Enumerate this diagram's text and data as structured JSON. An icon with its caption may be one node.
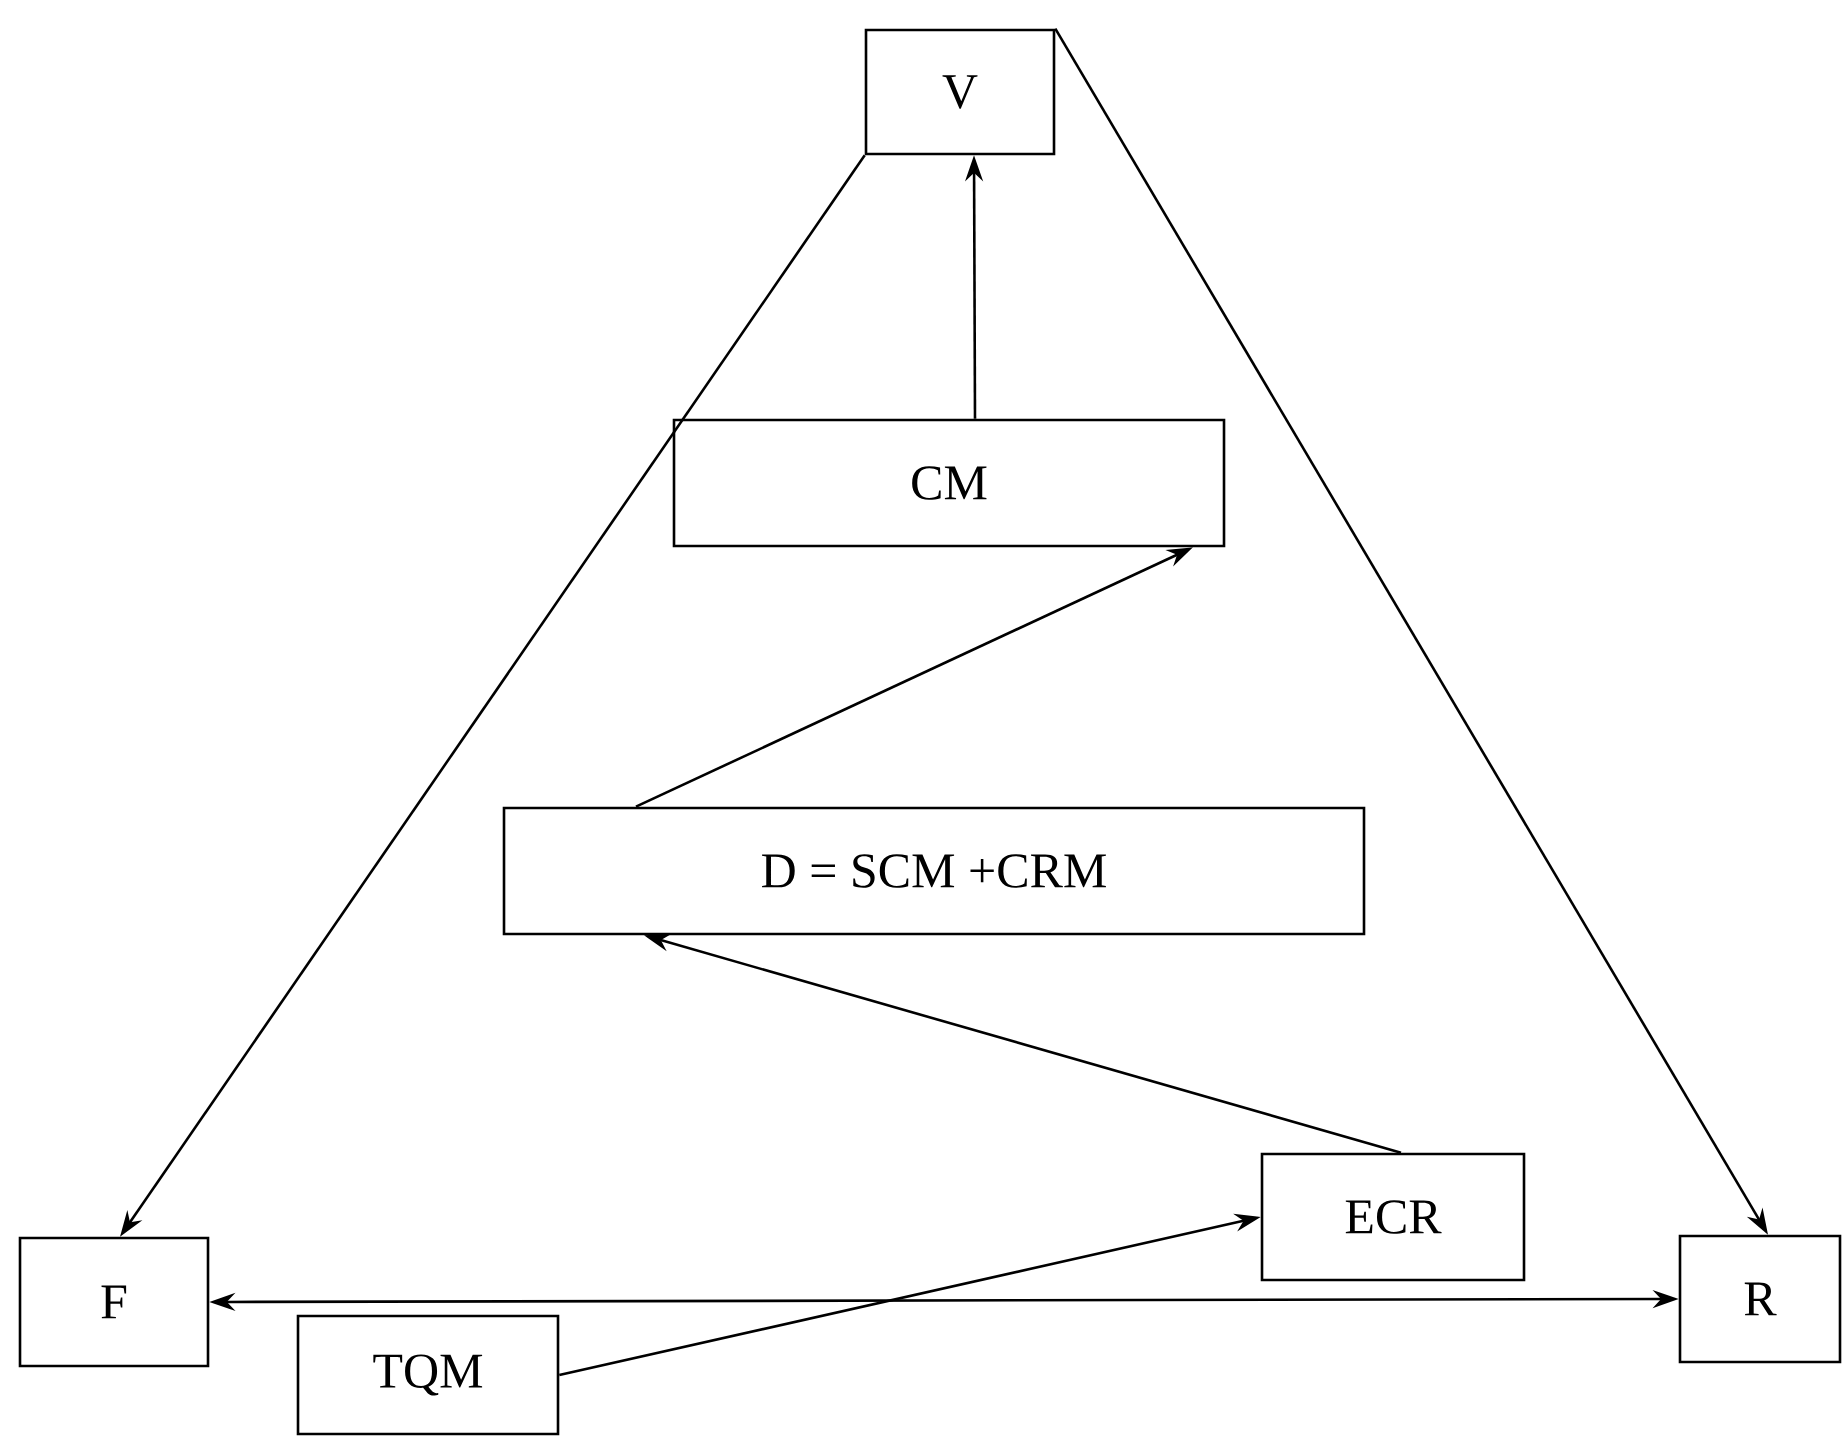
{
  "diagram": {
    "nodes": [
      {
        "text": [
          "V"
        ]
      },
      {
        "text": [
          "CM"
        ]
      },
      {
        "text": [
          "D = SCM +CRM"
        ]
      },
      {
        "text": [
          "ECR"
        ]
      },
      {
        "text": [
          "F"
        ]
      },
      {
        "text": [
          "R"
        ]
      },
      {
        "text": [
          "TQM"
        ]
      }
    ],
    "edges": [
      {
        "from": 0,
        "to": 4,
        "arrow": "to"
      },
      {
        "from": 0,
        "to": 5,
        "arrow": "to"
      },
      {
        "from": 1,
        "to": 0,
        "arrow": "to"
      },
      {
        "from": 2,
        "to": 1,
        "arrow": "to"
      },
      {
        "from": 3,
        "to": 2,
        "arrow": "to"
      },
      {
        "from": 6,
        "to": 3,
        "arrow": "to"
      },
      {
        "from": 4,
        "to": 5,
        "arrow": "both"
      }
    ]
  }
}
